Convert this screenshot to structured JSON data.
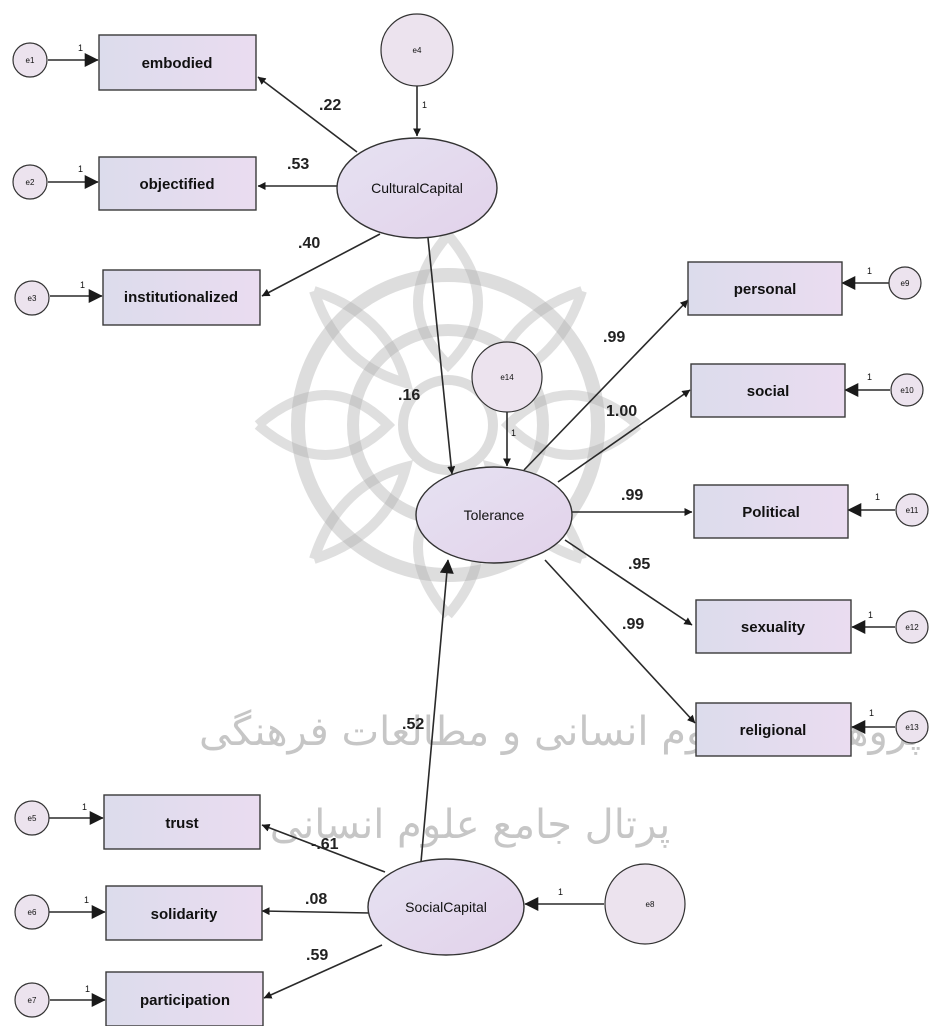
{
  "watermark": {
    "line1": "پژوهشگاه علوم انسانی و مطالعات فرهنگی",
    "line2": "پرتال جامع علوم انسانی"
  },
  "latents": {
    "cultural": "CulturalCapital",
    "tolerance": "Tolerance",
    "social": "SocialCapital"
  },
  "indicators": {
    "embodied": "embodied",
    "objectified": "objectified",
    "institutionalized": "institutionalized",
    "personal": "personal",
    "social": "social",
    "political": "Political",
    "sexuality": "sexuality",
    "religional": "religional",
    "trust": "trust",
    "solidarity": "solidarity",
    "participation": "participation"
  },
  "errors": {
    "e1": "e1",
    "e2": "e2",
    "e3": "e3",
    "e4": "e4",
    "e5": "e5",
    "e6": "e6",
    "e7": "e7",
    "e8": "e8",
    "e9": "e9",
    "e10": "e10",
    "e11": "e11",
    "e12": "e12",
    "e13": "e13",
    "e14": "e14"
  },
  "fixed_loading": "1",
  "coefficients": {
    "cc_embodied": ".22",
    "cc_objectified": ".53",
    "cc_institutionalized": ".40",
    "cc_tolerance": ".16",
    "tol_personal": ".99",
    "tol_social": "1.00",
    "tol_political": ".99",
    "tol_sexuality": ".95",
    "tol_religional": ".99",
    "sc_tolerance": ".52",
    "sc_trust": "-.61",
    "sc_solidarity": ".08",
    "sc_participation": ".59"
  }
}
